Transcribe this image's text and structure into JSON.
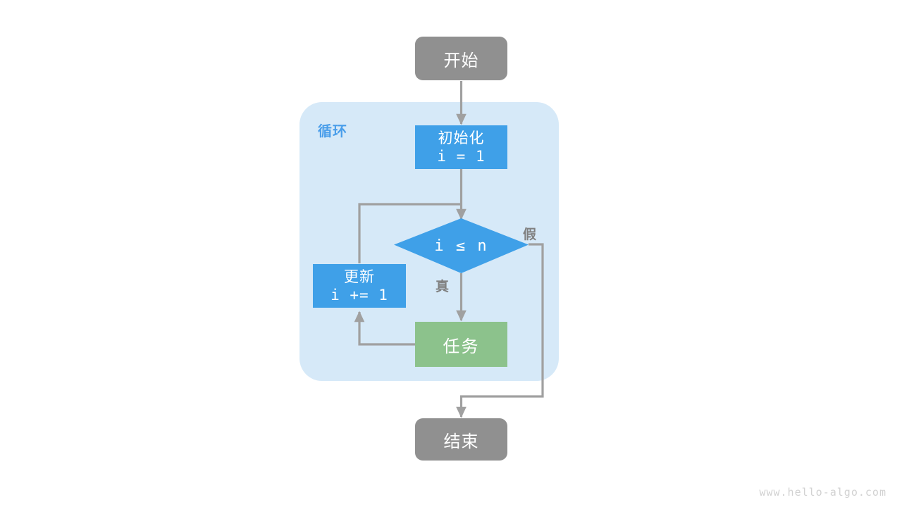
{
  "diagram": {
    "title_watermark": "www.hello-algo.com",
    "group": {
      "label": "循环",
      "color": "#d6e9f8",
      "label_color": "#4a9eea"
    },
    "palette": {
      "terminal": "#909090",
      "process": "#3fa0e8",
      "task": "#8cc28c",
      "edge": "#a0a0a0",
      "label_text": "#808080",
      "node_text": "#ffffff",
      "background": "#ffffff",
      "watermark": "#d2d2d2"
    },
    "nodes": [
      {
        "id": "start",
        "shape": "rounded-rect",
        "label": "开始",
        "fill": "#909090"
      },
      {
        "id": "init",
        "shape": "rect",
        "label_line1": "初始化",
        "label_line2": "i = 1",
        "fill": "#3fa0e8"
      },
      {
        "id": "condition",
        "shape": "diamond",
        "label": "i ≤ n",
        "fill": "#3fa0e8"
      },
      {
        "id": "update",
        "shape": "rect",
        "label_line1": "更新",
        "label_line2": "i += 1",
        "fill": "#3fa0e8"
      },
      {
        "id": "task",
        "shape": "rect",
        "label": "任务",
        "fill": "#8cc28c"
      },
      {
        "id": "end",
        "shape": "rounded-rect",
        "label": "结束",
        "fill": "#909090"
      }
    ],
    "edges": [
      {
        "id": "start-to-init",
        "from": "start",
        "to": "init",
        "label": ""
      },
      {
        "id": "init-to-condition",
        "from": "init",
        "to": "condition",
        "label": ""
      },
      {
        "id": "condition-to-task",
        "from": "condition",
        "to": "task",
        "label": "真"
      },
      {
        "id": "condition-to-end",
        "from": "condition",
        "to": "end",
        "label": "假"
      },
      {
        "id": "task-to-update",
        "from": "task",
        "to": "update",
        "label": ""
      },
      {
        "id": "update-to-condition",
        "from": "update",
        "to": "condition",
        "label": ""
      }
    ]
  }
}
